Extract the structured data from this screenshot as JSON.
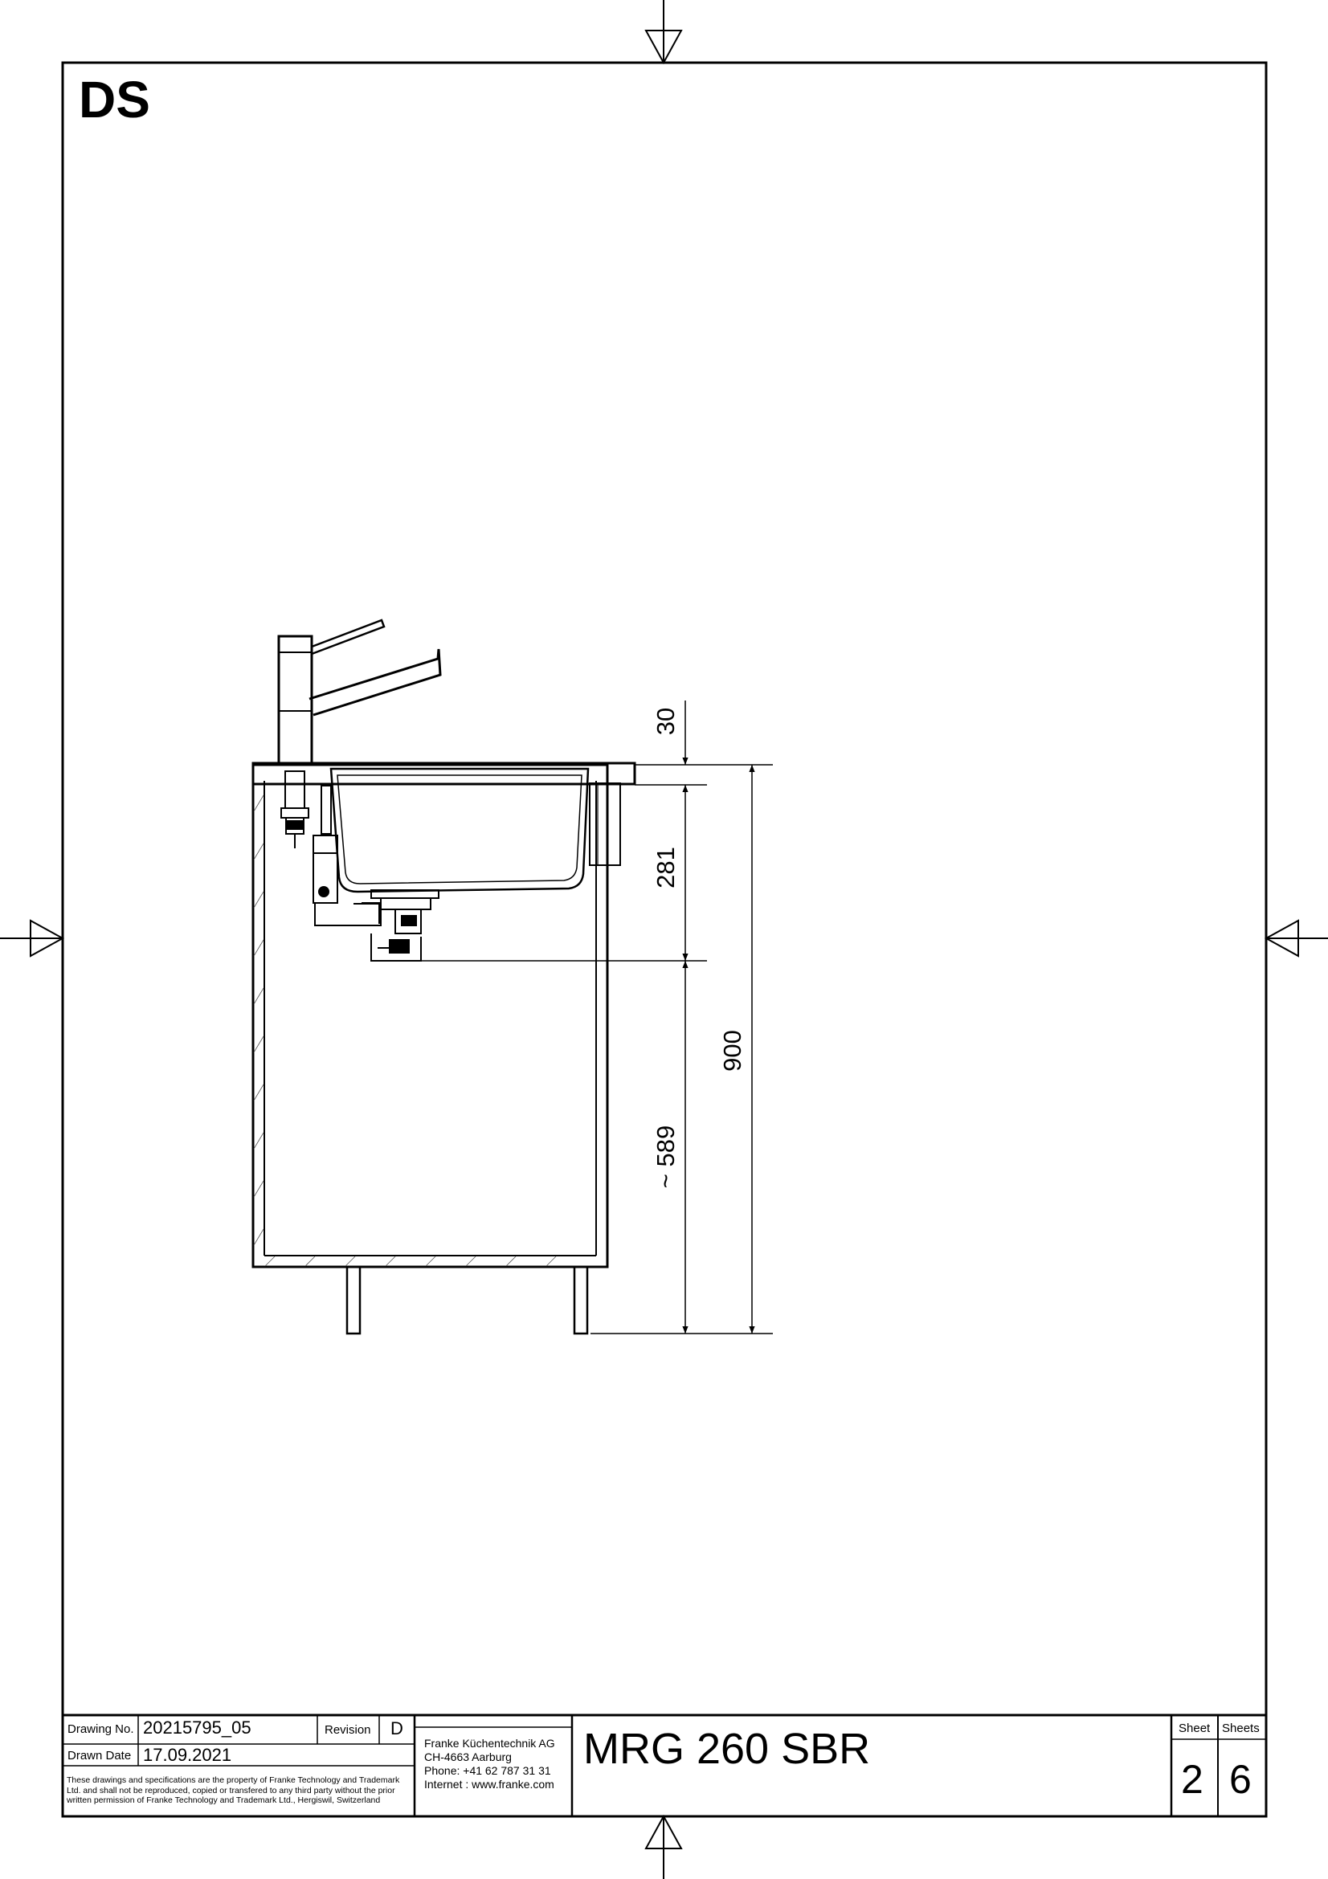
{
  "sheet_code": "DS",
  "dimensions": {
    "d30": "30",
    "d281": "281",
    "d589": "~ 589",
    "d900": "900"
  },
  "title_block": {
    "drawing_no_label": "Drawing No.",
    "drawing_no": "20215795_05",
    "revision_label": "Revision",
    "revision": "D",
    "drawn_date_label": "Drawn Date",
    "drawn_date": "17.09.2021",
    "legal": "These drawings and specifications are the property of Franke Technology and Trademark Ltd. and shall not be reproduced, copied or transfered to any third party without the prior written permission of Franke Technology and Trademark Ltd., Hergiswil, Switzerland",
    "company": {
      "name": "Franke Küchentechnik AG",
      "address": "CH-4663 Aarburg",
      "phone": "Phone:  +41 62 787 31 31",
      "internet": "Internet :  www.franke.com"
    },
    "product": "MRG 260 SBR",
    "sheet_label": "Sheet",
    "sheets_label": "Sheets",
    "sheet": "2",
    "sheets": "6"
  }
}
